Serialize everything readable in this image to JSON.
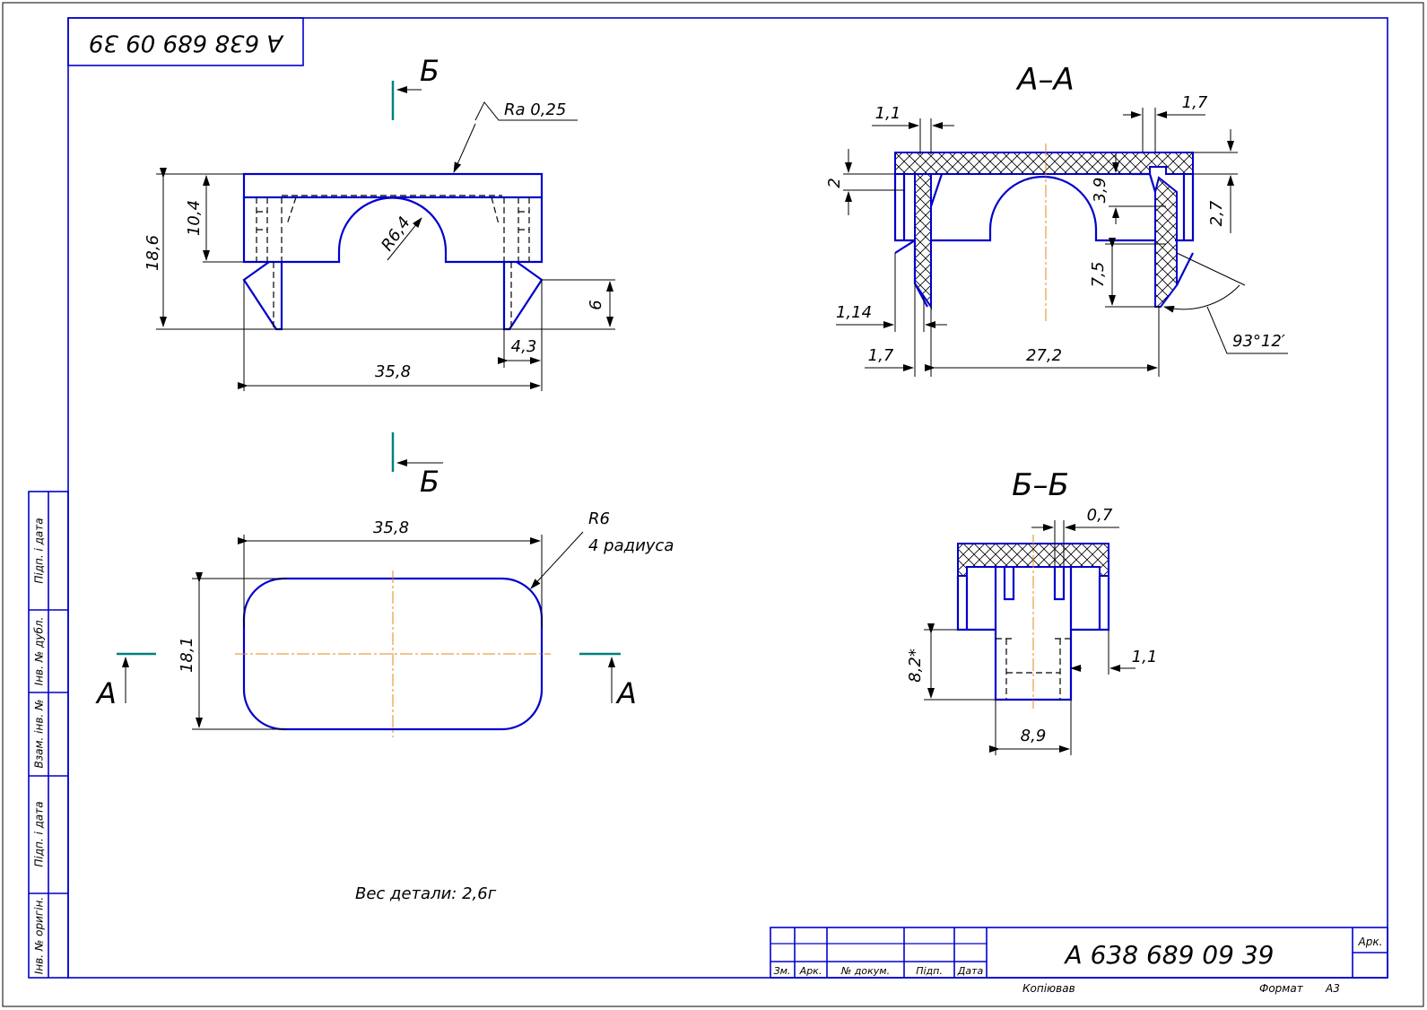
{
  "document": {
    "code_stamp": "A 638 689 09 39",
    "title_code": "A 638 689 09 39",
    "weight_note": "Вес детали: 2,6г",
    "sheet_label": "Арк.",
    "footer_left": "Копіював",
    "footer_format_label": "Формат",
    "footer_format_value": "A3"
  },
  "side_stamp": [
    "Підп. і дата",
    "Інв. № дубл.",
    "Взам. інв. №",
    "Підп. і дата",
    "Інв. № оригін."
  ],
  "title_block_headers": [
    "Зм.",
    "Арк.",
    "№ докум.",
    "Підп.",
    "Дата"
  ],
  "views": {
    "front": {
      "roughness": "Ra 0,25",
      "cut_label_top": "Б",
      "dims": {
        "overall_height": "18,6",
        "top_height": "10,4",
        "radius": "R6,4",
        "leg_height": "6",
        "leg_width": "4,3",
        "width": "35,8"
      }
    },
    "plan": {
      "cut_label": "Б",
      "section_marks": [
        "A",
        "A"
      ],
      "dims": {
        "width": "35,8",
        "height": "18,1",
        "radius": "R6",
        "radius_note": "4 радиуса"
      }
    },
    "section_aa": {
      "title": "А–А",
      "dims": {
        "d1": "1,1",
        "d2": "1,7",
        "d3": "2",
        "d4": "3,9",
        "d5": "2,7",
        "d6": "7,5",
        "d7": "1,14",
        "d8": "1,7",
        "d9": "27,2",
        "angle": "93°12′"
      }
    },
    "section_bb": {
      "title": "Б–Б",
      "dims": {
        "d1": "0,7",
        "d2": "8,2*",
        "d3": "1,1",
        "d4": "8,9"
      }
    }
  }
}
